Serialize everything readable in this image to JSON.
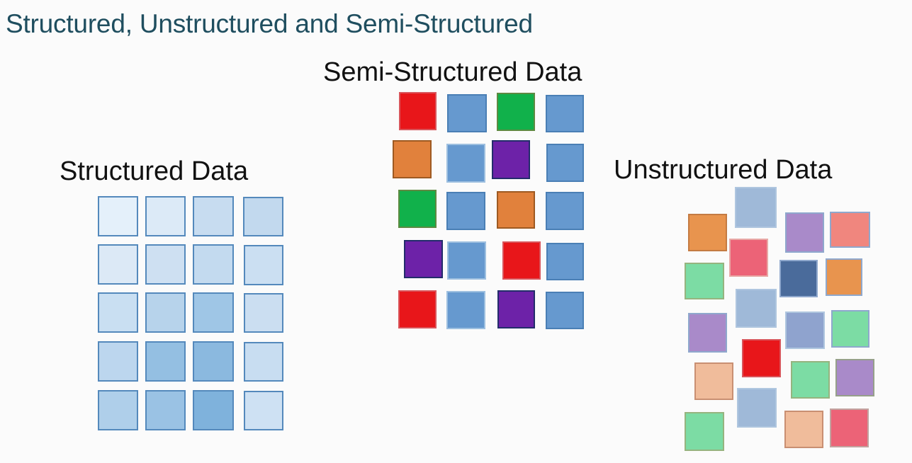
{
  "slide": {
    "title": "Structured, Unstructured and Semi-Structured",
    "title_color": "#1f4e5f",
    "background_color": "#fbfbfb",
    "heading_color": "#111111"
  },
  "sections": {
    "structured": {
      "heading": "Structured Data",
      "description": "Uniform 4-column by 5-row grid of light blue squares"
    },
    "semi_structured": {
      "heading": "Semi-Structured Data",
      "description": "4-column by 5-row grid of mixed colour squares with slight jitter"
    },
    "unstructured": {
      "heading": "Unstructured Data",
      "description": "Loose scattered cluster of muted pastel squares"
    }
  },
  "palette": {
    "red": "#E8161A",
    "green": "#11B14B",
    "orange": "#E1813C",
    "purple": "#6D22A8",
    "blue": "#6699CF",
    "blue_border": "#4A7FB5",
    "pale_blue_1": "#E2EEF8",
    "pale_blue_2": "#D6E6F4",
    "pale_blue_3": "#C3DCEF",
    "pale_blue_4": "#BAD6EC",
    "pale_blue_5": "#A9CBE8",
    "pale_blue_6": "#94BFE2",
    "pale_blue_7": "#7FB2DC",
    "muted_orange": "#E8944E",
    "muted_steel": "#9FB9D8",
    "muted_steel_dark": "#4A6B9B",
    "muted_purple": "#A98AC9",
    "muted_salmon": "#F0867E",
    "muted_pink": "#EC6377",
    "muted_mint": "#7CDCA4",
    "muted_peach": "#F0BC9B",
    "muted_periwinkle": "#8FA3CE",
    "bright_red": "#E8161A"
  },
  "structured_grid": {
    "columns": 4,
    "rows": 5,
    "cells": [
      [
        {
          "fill": "#E4F0FA"
        },
        {
          "fill": "#DCEAF7"
        },
        {
          "fill": "#C7DCF0"
        },
        {
          "fill": "#C2D9EE"
        }
      ],
      [
        {
          "fill": "#DCE9F6"
        },
        {
          "fill": "#CEE0F2"
        },
        {
          "fill": "#C3DAEF"
        },
        {
          "fill": "#CBDFF2"
        }
      ],
      [
        {
          "fill": "#C9DFF2"
        },
        {
          "fill": "#B7D3EB"
        },
        {
          "fill": "#9FC6E6"
        },
        {
          "fill": "#CBDEF1"
        }
      ],
      [
        {
          "fill": "#BCD6EE"
        },
        {
          "fill": "#94BFE2"
        },
        {
          "fill": "#8BB9DF"
        },
        {
          "fill": "#C8DDF1"
        }
      ],
      [
        {
          "fill": "#AFCFEA"
        },
        {
          "fill": "#9AC2E4"
        },
        {
          "fill": "#7FB2DC"
        },
        {
          "fill": "#CEE1F3"
        }
      ]
    ],
    "border_color": "#5489BC"
  },
  "semi_structured_grid": {
    "columns": 4,
    "rows": 5,
    "cells": [
      [
        {
          "color": "red"
        },
        {
          "color": "blue"
        },
        {
          "color": "green"
        },
        {
          "color": "blue"
        }
      ],
      [
        {
          "color": "orange"
        },
        {
          "color": "blue"
        },
        {
          "color": "purple"
        },
        {
          "color": "blue"
        }
      ],
      [
        {
          "color": "green"
        },
        {
          "color": "blue"
        },
        {
          "color": "orange"
        },
        {
          "color": "blue"
        }
      ],
      [
        {
          "color": "purple"
        },
        {
          "color": "blue"
        },
        {
          "color": "red"
        },
        {
          "color": "blue"
        }
      ],
      [
        {
          "color": "red"
        },
        {
          "color": "blue"
        },
        {
          "color": "purple"
        },
        {
          "color": "blue"
        }
      ]
    ]
  },
  "unstructured_cluster": {
    "count": 20,
    "squares": [
      {
        "color": "muted_steel"
      },
      {
        "color": "muted_orange"
      },
      {
        "color": "muted_purple"
      },
      {
        "color": "muted_salmon"
      },
      {
        "color": "muted_pink"
      },
      {
        "color": "muted_mint"
      },
      {
        "color": "muted_steel_dark"
      },
      {
        "color": "muted_orange"
      },
      {
        "color": "muted_purple"
      },
      {
        "color": "muted_steel"
      },
      {
        "color": "muted_periwinkle"
      },
      {
        "color": "muted_mint"
      },
      {
        "color": "muted_peach"
      },
      {
        "color": "bright_red"
      },
      {
        "color": "muted_mint"
      },
      {
        "color": "muted_purple"
      },
      {
        "color": "muted_mint"
      },
      {
        "color": "muted_steel"
      },
      {
        "color": "muted_peach"
      },
      {
        "color": "muted_pink"
      }
    ]
  }
}
